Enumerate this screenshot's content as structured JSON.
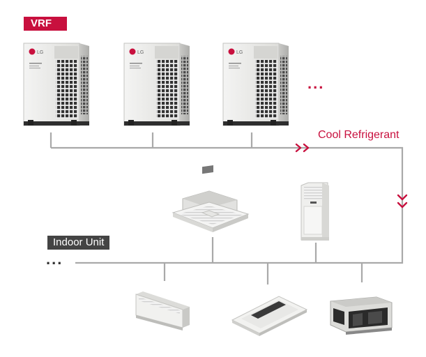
{
  "labels": {
    "vrf": "VRF",
    "cool_refrigerant": "Cool Refrigerant",
    "indoor_unit": "Indoor Unit",
    "more_outdoor": "...",
    "more_indoor": "..."
  },
  "colors": {
    "accent": "#c8103e",
    "indoor_tag_bg": "#444444",
    "pipe": "#a9a9a9",
    "text_dark": "#333333"
  },
  "icons": {
    "outdoor_units": [
      "lg-outdoor-unit-icon",
      "lg-outdoor-unit-icon",
      "lg-outdoor-unit-icon"
    ],
    "indoor_units": [
      "ceiling-cassette-icon",
      "floor-standing-unit-icon",
      "console-unit-icon",
      "one-way-cassette-icon",
      "ducted-unit-icon"
    ],
    "flow_arrows": [
      "double-chevron-right-icon",
      "double-chevron-down-icon"
    ]
  }
}
